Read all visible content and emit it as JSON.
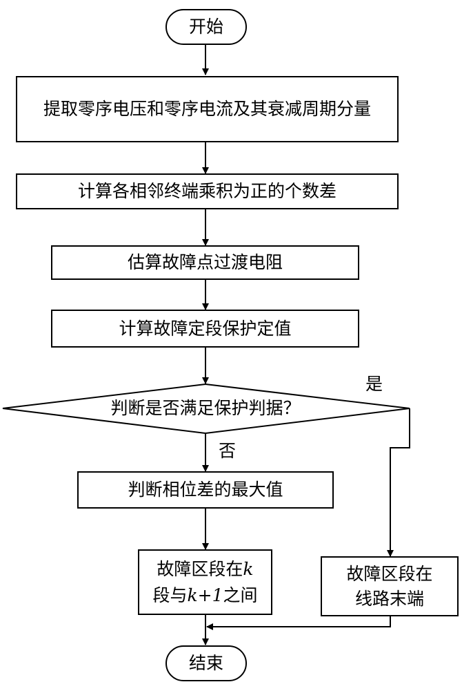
{
  "nodes": {
    "start": "开始",
    "extract": "提取零序电压和零序电流及其衰减周期分量",
    "calc_count": "计算各相邻终端乘积为正的个数差",
    "estimate": "估算故障点过渡电阻",
    "calc_setting": "计算故障定段保护定值",
    "decision": "判断是否满足保护判据？",
    "max_phase": "判断相位差的最大值",
    "fault_k_a": "故障区段在",
    "fault_k_var": "k",
    "fault_k_b": "段与",
    "fault_k_var2": "k+1",
    "fault_k_c": "之间",
    "fault_end_line1": "故障区段在",
    "fault_end_line2": "线路末端",
    "end": "结束"
  },
  "edge_labels": {
    "yes": "是",
    "no": "否"
  }
}
